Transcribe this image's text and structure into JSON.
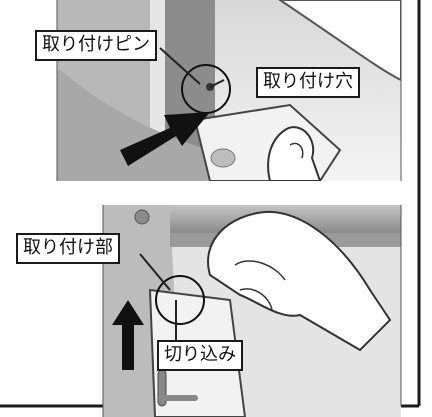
{
  "top_panel": {
    "labels": {
      "mounting_pin": "取り付けピン",
      "mounting_hole": "取り付け穴"
    }
  },
  "bottom_panel": {
    "labels": {
      "mounting_part": "取り付け部",
      "notch": "切り込み"
    }
  }
}
